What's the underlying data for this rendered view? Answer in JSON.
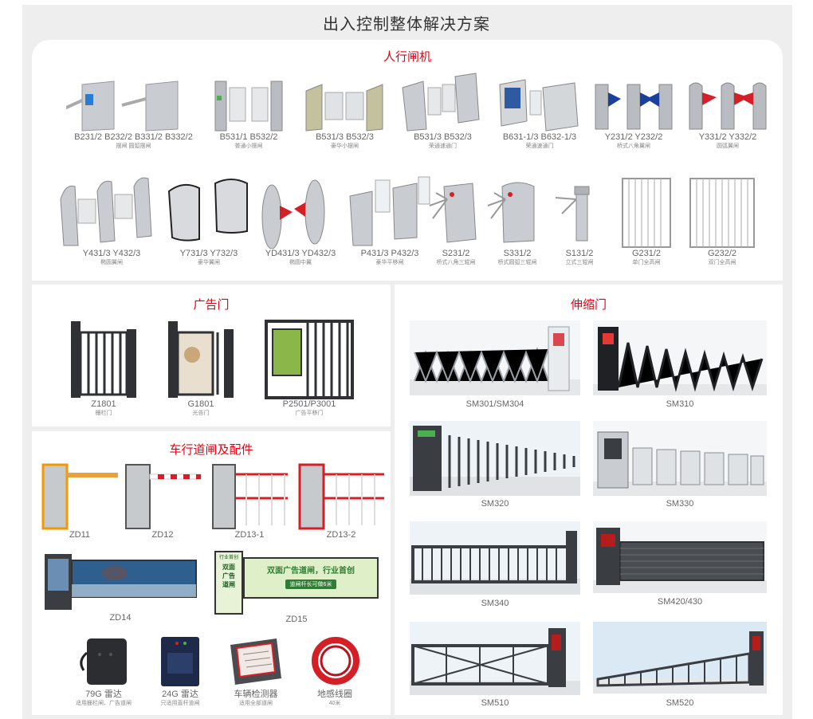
{
  "page": {
    "title": "出入控制整体解决方案"
  },
  "sections": {
    "pedestrian": {
      "title": "人行闸机",
      "row1": [
        {
          "model": "B231/2  B232/2  B331/2  B332/2",
          "desc": "摆闸  圆弧摆闸"
        },
        {
          "model": "B531/1  B532/2",
          "desc": "普通小摆闸"
        },
        {
          "model": "B531/3  B532/3",
          "desc": "豪华小摆闸"
        },
        {
          "model": "B531/3  B532/3",
          "desc": "荣通速通门"
        },
        {
          "model": "B631-1/3  B632-1/3",
          "desc": "荣通速通门"
        },
        {
          "model": "Y231/2  Y232/2",
          "desc": "桥式八角翼闸"
        },
        {
          "model": "Y331/2  Y332/2",
          "desc": "圆弧翼闸"
        }
      ],
      "row2": [
        {
          "model": "Y431/3  Y432/3",
          "desc": "椭圆翼闸"
        },
        {
          "model": "Y731/3  Y732/3",
          "desc": "豪华翼闸"
        },
        {
          "model": "YD431/3  YD432/3",
          "desc": "椭圆中翼"
        },
        {
          "model": "P431/3  P432/3",
          "desc": "豪华平移闸"
        },
        {
          "model": "S231/2",
          "desc": "桥式八角三辊闸"
        },
        {
          "model": "S331/2",
          "desc": "桥式圆弧三辊闸"
        },
        {
          "model": "S131/2",
          "desc": "立式三辊闸"
        },
        {
          "model": "G231/2",
          "desc": "单门全高闸"
        },
        {
          "model": "G232/2",
          "desc": "双门全高闸"
        }
      ]
    },
    "advert": {
      "title": "广告门",
      "items": [
        {
          "model": "Z1801",
          "desc": "栅栏门"
        },
        {
          "model": "G1801",
          "desc": "光告门"
        },
        {
          "model": "P2501/P3001",
          "desc": "广告平移门"
        }
      ]
    },
    "vehicle": {
      "title": "车行道闸及配件",
      "row1": [
        "ZD11",
        "ZD12",
        "ZD13-1",
        "ZD13-2"
      ],
      "row2": [
        "ZD14",
        "ZD15"
      ],
      "zd15_ad": {
        "side_lines": [
          "行业首创",
          "双面",
          "广告",
          "道闸"
        ],
        "headline": "双面广告道闸，行业首创",
        "subline": "道闸杆长可做6米"
      },
      "accessories": [
        {
          "model": "79G 雷达",
          "desc": "适用栅栏闸、广告道闸"
        },
        {
          "model": "24G 雷达",
          "desc": "只适用直杆道闸"
        },
        {
          "model": "车辆检测器",
          "desc": "适用全部道闸"
        },
        {
          "model": "地感线圈",
          "desc": "40米"
        }
      ]
    },
    "retractable": {
      "title": "伸缩门",
      "items": [
        "SM301/SM304",
        "SM310",
        "SM320",
        "SM330",
        "SM340",
        "SM420/430",
        "SM510",
        "SM520"
      ]
    }
  },
  "colors": {
    "accent": "#e60012",
    "background": "#eeeeee",
    "card": "#ffffff",
    "steel": "#b9bcc0",
    "dark_gate": "#3a3d42"
  }
}
